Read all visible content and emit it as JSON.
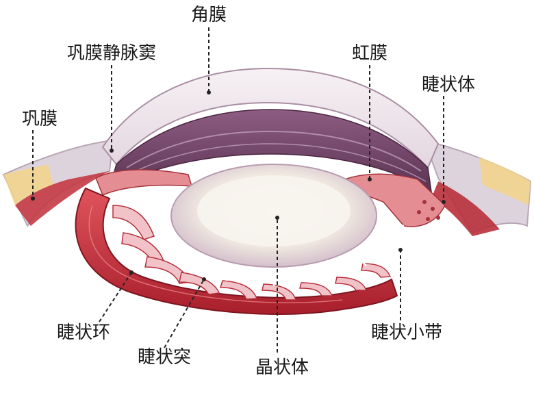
{
  "labels": {
    "cornea": "角膜",
    "scleral_venous_sinus": "巩膜静脉窦",
    "iris": "虹膜",
    "ciliary_body": "睫状体",
    "sclera": "巩膜",
    "ciliary_ring": "睫状环",
    "ciliary_processes": "睫状突",
    "lens": "晶状体",
    "ciliary_zonule": "睫状小带"
  },
  "colors": {
    "sclera": "#ece3ea",
    "cornea": "#f4eef2",
    "iris_purple": "#7a4a6e",
    "muscle_red": "#c7313c",
    "process_pink": "#f1c3c8",
    "lens": "#f3eee8",
    "fat_yellow": "#f2d38a"
  }
}
